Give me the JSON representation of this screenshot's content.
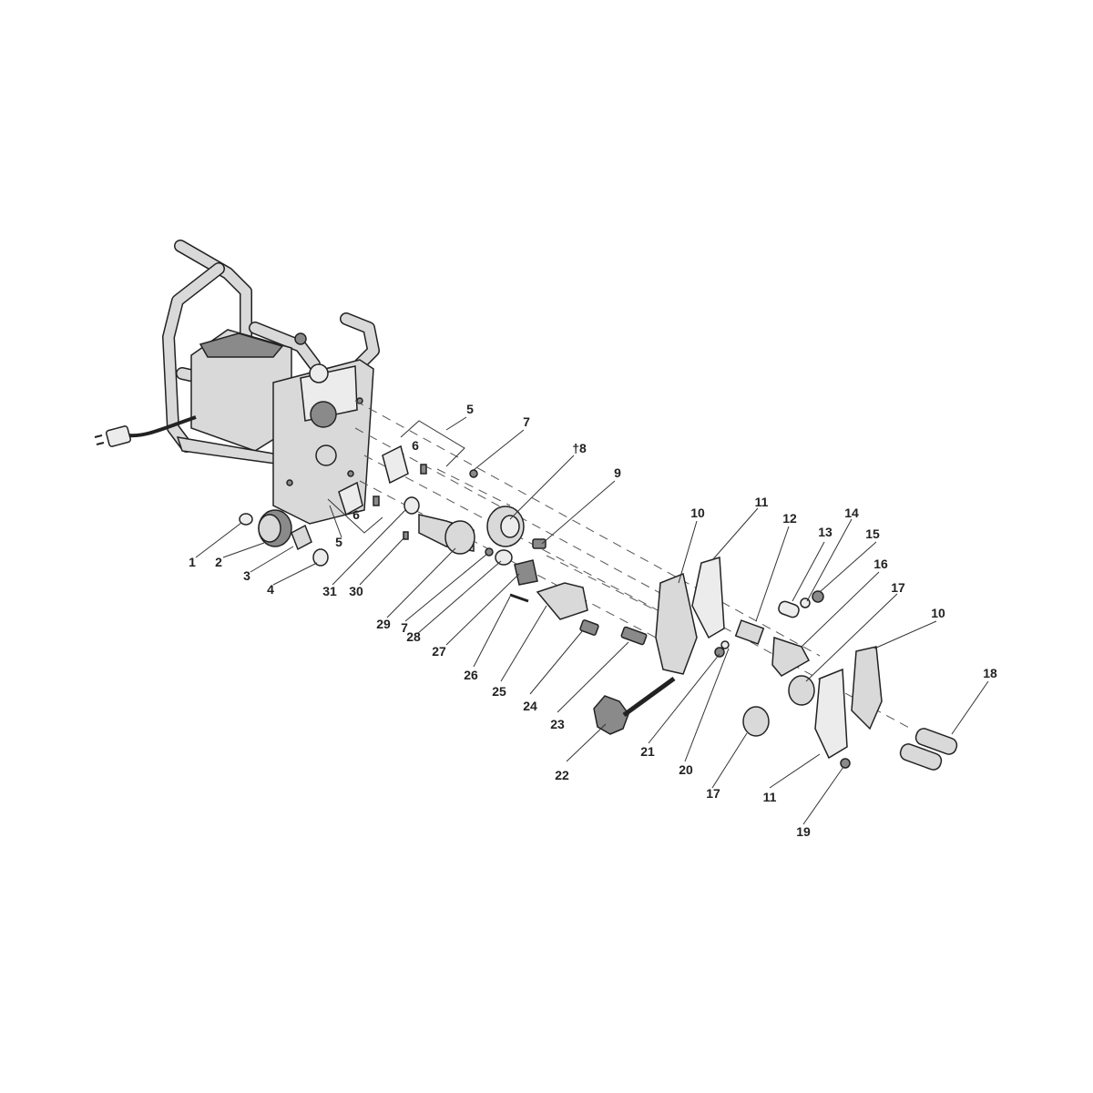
{
  "callouts": [
    {
      "label": "1"
    },
    {
      "label": "2"
    },
    {
      "label": "3"
    },
    {
      "label": "4"
    },
    {
      "label": "5"
    },
    {
      "label": "5"
    },
    {
      "label": "6"
    },
    {
      "label": "6"
    },
    {
      "label": "7"
    },
    {
      "label": "7"
    },
    {
      "label": "†8"
    },
    {
      "label": "9"
    },
    {
      "label": "10"
    },
    {
      "label": "10"
    },
    {
      "label": "11"
    },
    {
      "label": "11"
    },
    {
      "label": "12"
    },
    {
      "label": "13"
    },
    {
      "label": "14"
    },
    {
      "label": "15"
    },
    {
      "label": "16"
    },
    {
      "label": "17"
    },
    {
      "label": "17"
    },
    {
      "label": "18"
    },
    {
      "label": "19"
    },
    {
      "label": "20"
    },
    {
      "label": "21"
    },
    {
      "label": "22"
    },
    {
      "label": "23"
    },
    {
      "label": "24"
    },
    {
      "label": "25"
    },
    {
      "label": "26"
    },
    {
      "label": "27"
    },
    {
      "label": "28"
    },
    {
      "label": "29"
    },
    {
      "label": "30"
    },
    {
      "label": "31"
    }
  ]
}
